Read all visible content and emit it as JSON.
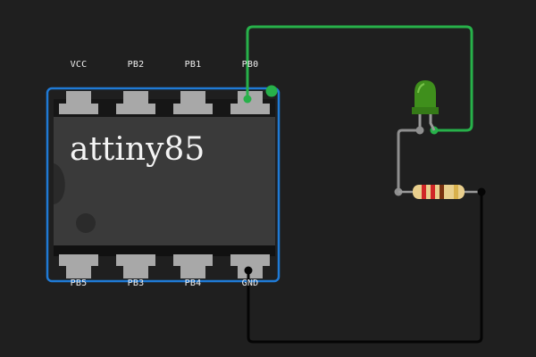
{
  "chip": {
    "name": "attiny85",
    "top_pins": [
      "VCC",
      "PB2",
      "PB1",
      "PB0"
    ],
    "bottom_pins": [
      "PB5",
      "PB3",
      "PB4",
      "GND"
    ]
  },
  "components": {
    "led": {
      "color": "#3f8f1c",
      "label": "green-led"
    },
    "resistor": {
      "body_color": "#e9cf8d",
      "bands": [
        "#d02727",
        "#d02727",
        "#7a3210",
        "#d8b04c"
      ]
    }
  },
  "colors": {
    "selection": "#1f7ad6",
    "wire_signal": "#27b14a",
    "wire_gray": "#8f8f8f",
    "wire_ground": "#050505",
    "background": "#1f1f1f"
  }
}
